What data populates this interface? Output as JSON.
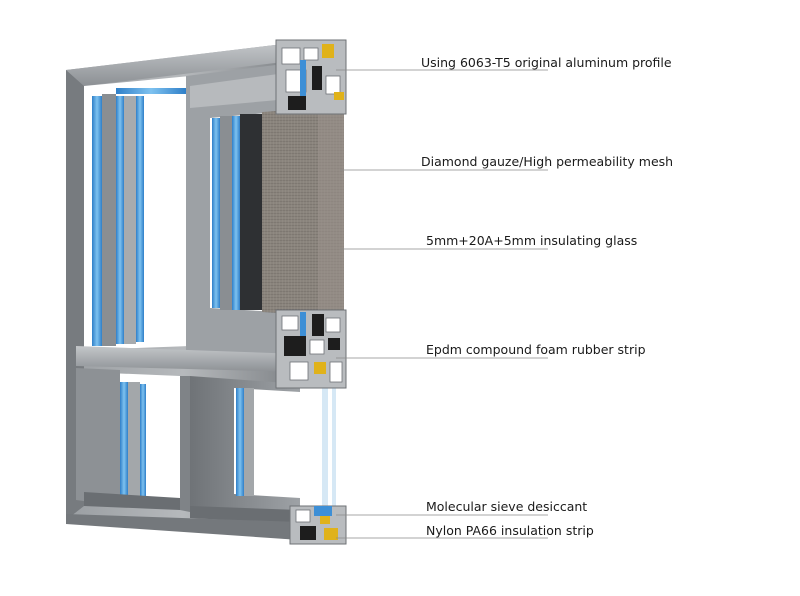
{
  "callouts": [
    {
      "id": "aluminum-profile",
      "label": "Using 6063-T5 original aluminum profile"
    },
    {
      "id": "mesh",
      "label": "Diamond gauze/High permeability mesh"
    },
    {
      "id": "insulating-glass",
      "label": "5mm+20A+5mm insulating glass"
    },
    {
      "id": "rubber-strip",
      "label": "Epdm compound foam rubber strip"
    },
    {
      "id": "desiccant",
      "label": "Molecular sieve desiccant"
    },
    {
      "id": "insulation-strip",
      "label": "Nylon PA66 insulation strip"
    }
  ],
  "colors": {
    "frame": "#8e9296",
    "frame_light": "#b9bcbf",
    "frame_dark": "#5e6266",
    "glass_blue": "#3d8fd6",
    "mesh": "#7a7570",
    "gold_strip": "#e0b21a",
    "black_strip": "#1d1d1d"
  }
}
